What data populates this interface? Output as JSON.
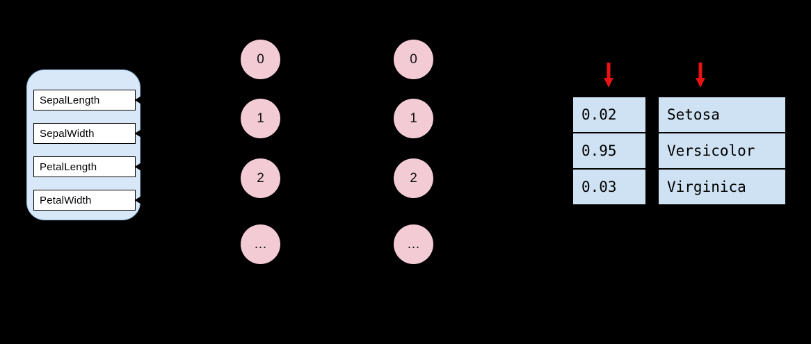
{
  "features": {
    "items": [
      {
        "label": "SepalLength"
      },
      {
        "label": "SepalWidth"
      },
      {
        "label": "PetalLength"
      },
      {
        "label": "PetalWidth"
      }
    ]
  },
  "network": {
    "layer1": {
      "nodes": [
        "0",
        "1",
        "2",
        "…"
      ]
    },
    "layer2": {
      "nodes": [
        "0",
        "1",
        "2",
        "…"
      ]
    }
  },
  "output": {
    "probabilities": [
      "0.02",
      "0.95",
      "0.03"
    ],
    "classes": [
      "Setosa",
      "Versicolor",
      "Virginica"
    ]
  },
  "icons": {
    "down_arrow": "↓",
    "edge_arrowheads": "«"
  },
  "colors": {
    "background": "#000000",
    "panel_fill": "#d9e8f8",
    "feature_box_fill": "#ffffff",
    "node_fill": "#f3cbd5",
    "table_fill": "#cfe2f3",
    "arrow_red": "#e81313",
    "line_black": "#000000"
  }
}
